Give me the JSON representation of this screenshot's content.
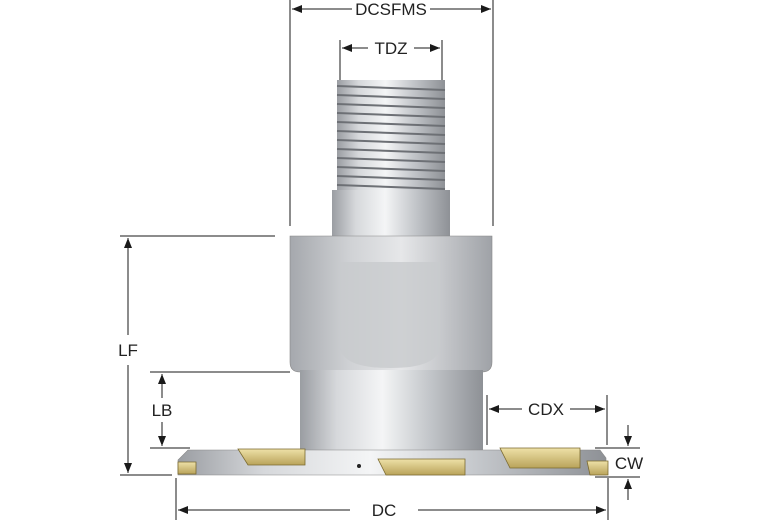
{
  "dimensions": {
    "dcsfms": "DCSFMS",
    "tdz": "TDZ",
    "lf": "LF",
    "lb": "LB",
    "cdx": "CDX",
    "cw": "CW",
    "dc": "DC"
  },
  "colors": {
    "line": "#1a1a1a",
    "steel": "#b9bcc0",
    "insert": "#d8c88a"
  }
}
